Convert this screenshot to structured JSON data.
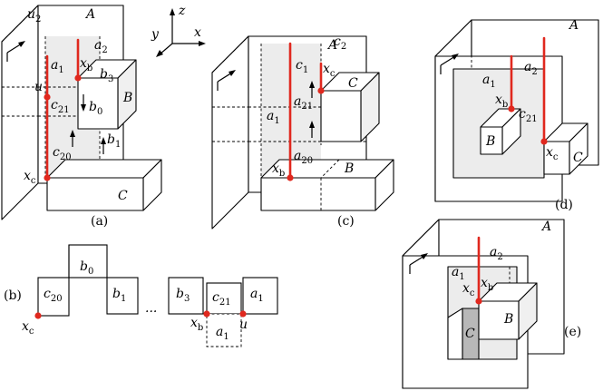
{
  "panels": {
    "a": {
      "caption": "(a)",
      "labels": {
        "u2_main": "u",
        "u2_sub": "2",
        "A": "A",
        "a1_main": "a",
        "a1_sub": "1",
        "a2_main": "a",
        "a2_sub": "2",
        "xb_main": "x",
        "xb_sub": "b",
        "b3_main": "b",
        "b3_sub": "3",
        "B": "B",
        "u": "u",
        "c21_main": "c",
        "c21_sub": "21",
        "b0_main": "b",
        "b0_sub": "0",
        "b1_main": "b",
        "b1_sub": "1",
        "c20_main": "c",
        "c20_sub": "20",
        "xc_main": "x",
        "xc_sub": "c",
        "C": "C"
      }
    },
    "axes": {
      "z": "z",
      "y": "y",
      "x": "x"
    },
    "c": {
      "caption": "(c)",
      "labels": {
        "A": "A",
        "c2_main": "c",
        "c2_sub": "2",
        "c1_main": "c",
        "c1_sub": "1",
        "xc_main": "x",
        "xc_sub": "c",
        "C": "C",
        "a1_main": "a",
        "a1_sub": "1",
        "a21_main": "a",
        "a21_sub": "21",
        "a20_main": "a",
        "a20_sub": "20",
        "B": "B",
        "xb_main": "x",
        "xb_sub": "b"
      }
    },
    "d": {
      "caption": "(d)",
      "labels": {
        "A": "A",
        "a1_main": "a",
        "a1_sub": "1",
        "a2_main": "a",
        "a2_sub": "2",
        "xb_main": "x",
        "xb_sub": "b",
        "c21_main": "c",
        "c21_sub": "21",
        "B": "B",
        "xc_main": "x",
        "xc_sub": "c",
        "C": "C"
      }
    },
    "b": {
      "caption": "(b)",
      "ellipsis": "...",
      "labels": {
        "b0_main": "b",
        "b0_sub": "0",
        "c20_main": "c",
        "c20_sub": "20",
        "b1_main": "b",
        "b1_sub": "1",
        "xc_main": "x",
        "xc_sub": "c",
        "b3_main": "b",
        "b3_sub": "3",
        "c21_main": "c",
        "c21_sub": "21",
        "a1_main": "a",
        "a1_sub": "1",
        "xb_main": "x",
        "xb_sub": "b",
        "u": "u",
        "a1b_main": "a",
        "a1b_sub": "1"
      }
    },
    "e": {
      "caption": "(e)",
      "labels": {
        "A": "A",
        "a1_main": "a",
        "a1_sub": "1",
        "a2_main": "a",
        "a2_sub": "2",
        "xc_main": "x",
        "xc_sub": "c",
        "xb_main": "x",
        "xb_sub": "b",
        "C": "C",
        "B": "B"
      }
    }
  },
  "colors": {
    "red": "#e0281e",
    "gray": "#ececec",
    "dark_gray": "#b8b8b8"
  }
}
